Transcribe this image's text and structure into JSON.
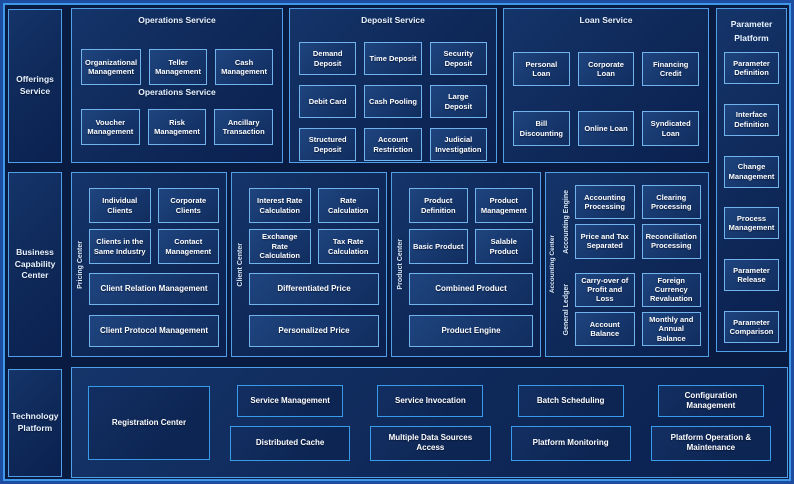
{
  "sidebars": {
    "offerings": "Offerings Service",
    "business": "Business Capability Center",
    "technology": "Technology Platform"
  },
  "operations": {
    "title": "Operations Service",
    "subtitle": "Operations Service",
    "rows": [
      [
        "Organizational Management",
        "Teller Management",
        "Cash Management"
      ],
      [
        "Voucher Management",
        "Risk Management",
        "Ancillary Transaction"
      ]
    ]
  },
  "deposit": {
    "title": "Deposit Service",
    "rows": [
      [
        "Demand Deposit",
        "Time Deposit",
        "Security Deposit"
      ],
      [
        "Debit Card",
        "Cash Pooling",
        "Large Deposit"
      ],
      [
        "Structured Deposit",
        "Account Restriction",
        "Judicial Investigation"
      ]
    ]
  },
  "loan": {
    "title": "Loan Service",
    "rows": [
      [
        "Personal Loan",
        "Corporate Loan",
        "Financing Credit"
      ],
      [
        "Bill Discounting",
        "Online Loan",
        "Syndicated Loan"
      ]
    ]
  },
  "parameter_platform": {
    "title_line1": "Parameter",
    "title_line2": "Platform",
    "items": [
      "Parameter Definition",
      "Interface Definition",
      "Change Management",
      "Process Management",
      "Parameter Release",
      "Parameter Comparison"
    ]
  },
  "pricing": {
    "vlabel": "Pricing Center",
    "grid": [
      [
        "Individual Clients",
        "Corporate Clients"
      ],
      [
        "Clients in the Same Industry",
        "Contact Management"
      ]
    ],
    "wide": [
      "Client Relation Management",
      "Client Protocol Management"
    ]
  },
  "client": {
    "vlabel": "Client Center",
    "grid": [
      [
        "Interest Rate Calculation",
        "Rate Calculation"
      ],
      [
        "Exchange Rate Calculation",
        "Tax Rate Calculation"
      ]
    ],
    "wide": [
      "Differentiated Price",
      "Personalized Price"
    ]
  },
  "product": {
    "vlabel": "Product Center",
    "grid": [
      [
        "Product Definition",
        "Product Management"
      ],
      [
        "Basic Product",
        "Salable Product"
      ]
    ],
    "wide": [
      "Combined Product",
      "Product Engine"
    ]
  },
  "accounting": {
    "vlabel": "Accounting Center",
    "engine": {
      "vlabel": "Accounting Engine",
      "grid": [
        [
          "Accounting Processing",
          "Clearing Processing"
        ],
        [
          "Price and Tax Separated",
          "Reconciliation Processing"
        ]
      ]
    },
    "ledger": {
      "vlabel": "General Ledger",
      "grid": [
        [
          "Carry-over of Profit and Loss",
          "Foreign Currency Revaluation"
        ],
        [
          "Account Balance",
          "Monthly and Annual Balance"
        ]
      ]
    }
  },
  "tech": {
    "registration": "Registration Center",
    "columns": [
      [
        "Service Management",
        "Distributed Cache"
      ],
      [
        "Service Invocation",
        "Multiple Data Sources Access"
      ],
      [
        "Batch Scheduling",
        "Platform Monitoring"
      ],
      [
        "Configuration Management",
        "Platform Operation & Maintenance"
      ]
    ]
  },
  "colors": {
    "page_bg": "#0A1B41",
    "frame_outer": "#1C4DA1",
    "frame_line": "#3E97E8",
    "panel_border": "#4FA0E6",
    "box_border": "#70B3ED",
    "text": "#FFFFFF"
  }
}
